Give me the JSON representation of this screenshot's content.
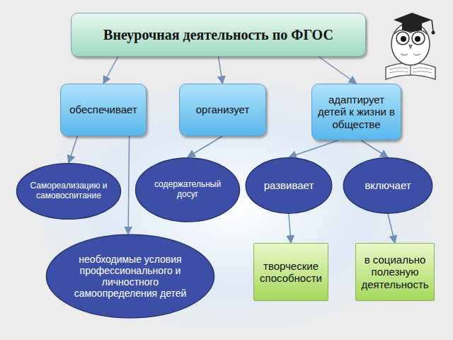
{
  "diagram": {
    "nodes": [
      {
        "text": [
          "Внеурочная деятельность по ФГОС"
        ]
      },
      {
        "text": [
          "обеспечивает"
        ]
      },
      {
        "text": [
          "организует"
        ]
      },
      {
        "text": [
          "адаптирует детей к жизни в обществе"
        ]
      },
      {
        "text": [
          "Самореализацию и самовоспитание"
        ]
      },
      {
        "text": [
          "содержательный досуг"
        ]
      },
      {
        "text": [
          "развивает"
        ]
      },
      {
        "text": [
          "включает"
        ]
      },
      {
        "text": [
          "необходимые условия профессионального и личностного самоопределения детей"
        ]
      },
      {
        "text": [
          "творческие способности"
        ]
      },
      {
        "text": [
          "в социально полезную деятельность"
        ]
      }
    ],
    "edges": [
      {
        "from": 0,
        "to": 1,
        "arrow": "to"
      },
      {
        "from": 0,
        "to": 2,
        "arrow": "to"
      },
      {
        "from": 0,
        "to": 3,
        "arrow": "to"
      },
      {
        "from": 1,
        "to": 4,
        "arrow": "to"
      },
      {
        "from": 1,
        "to": 8,
        "arrow": "to"
      },
      {
        "from": 2,
        "to": 5,
        "arrow": "to"
      },
      {
        "from": 3,
        "to": 6,
        "arrow": "to"
      },
      {
        "from": 3,
        "to": 7,
        "arrow": "to"
      },
      {
        "from": 6,
        "to": 9,
        "arrow": "to"
      },
      {
        "from": 7,
        "to": 10,
        "arrow": "to"
      }
    ]
  }
}
